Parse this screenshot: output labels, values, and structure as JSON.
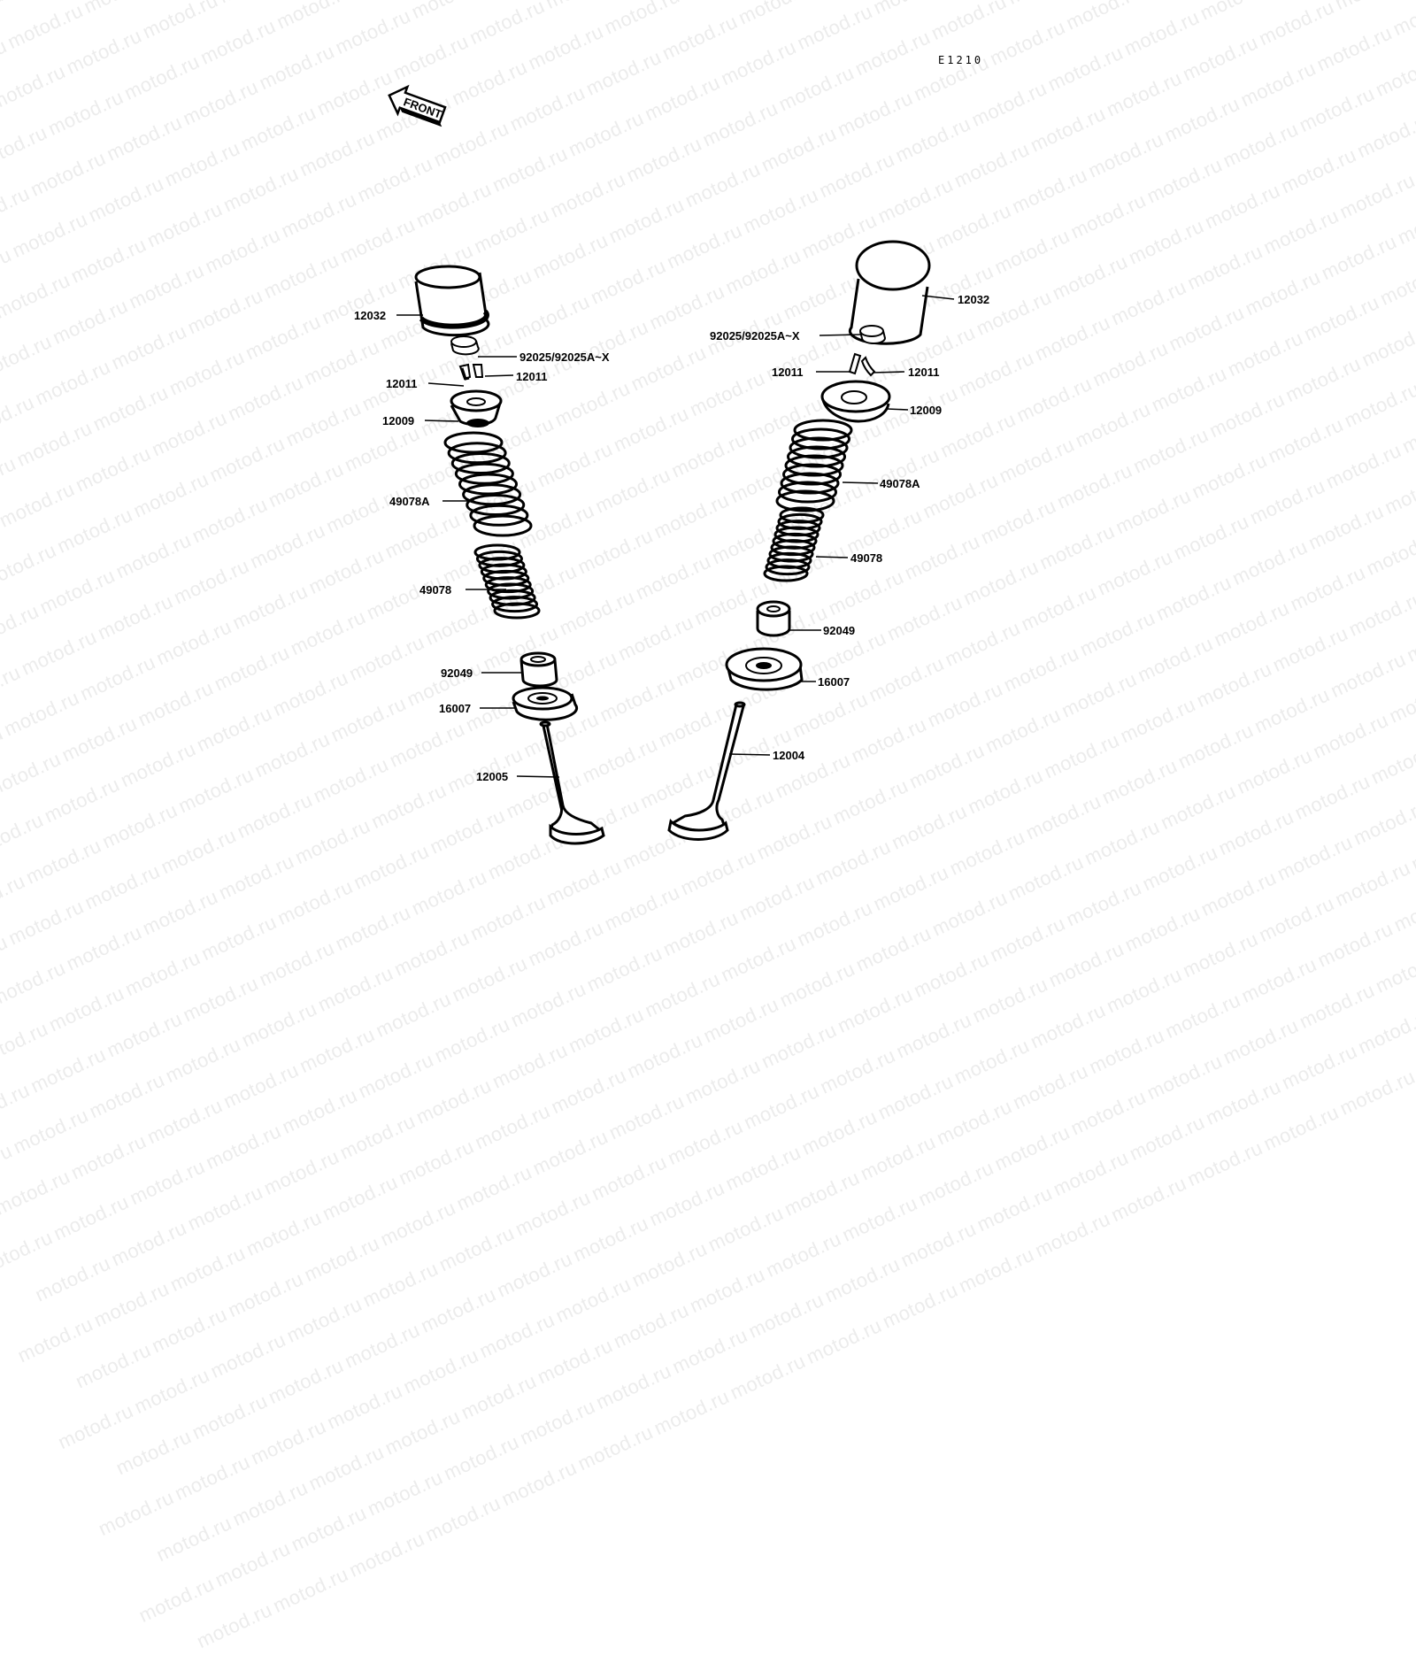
{
  "diagram_ref": "E1210",
  "front_label": "FRONT",
  "watermark_text": "motod.ru",
  "labels": {
    "left_tappet": "12032",
    "left_shim": "92025/92025A~X",
    "left_cotter_right": "12011",
    "left_cotter_left": "12011",
    "left_retainer": "12009",
    "left_outer_spring": "49078A",
    "left_inner_spring": "49078",
    "left_stem_seal": "92049",
    "left_spring_seat": "16007",
    "left_valve": "12005",
    "right_tappet": "12032",
    "right_shim": "92025/92025A~X",
    "right_cotter_left": "12011",
    "right_cotter_right": "12011",
    "right_retainer": "12009",
    "right_outer_spring": "49078A",
    "right_inner_spring": "49078",
    "right_stem_seal": "92049",
    "right_spring_seat": "16007",
    "right_valve": "12004"
  }
}
